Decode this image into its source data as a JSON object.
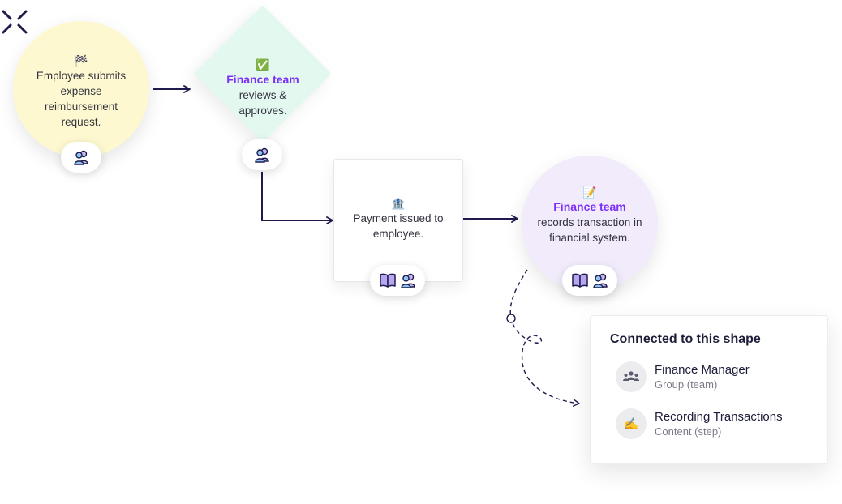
{
  "nodes": {
    "submit": {
      "emoji": "🏁",
      "text": "Employee submits expense reimbursement request."
    },
    "review": {
      "emoji": "✅",
      "highlight": "Finance team",
      "text": "reviews & approves."
    },
    "payment": {
      "emoji": "🏦",
      "text": "Payment issued to employee."
    },
    "record": {
      "emoji": "📝",
      "highlight": "Finance team",
      "text": "records transaction in financial system."
    }
  },
  "panel": {
    "title": "Connected to this shape",
    "items": [
      {
        "icon": "group-icon",
        "name": "Finance Manager",
        "type": "Group (team)"
      },
      {
        "icon": "writing-hand-icon",
        "glyph": "✍️",
        "name": "Recording Transactions",
        "type": "Content (step)"
      }
    ]
  },
  "colors": {
    "arrow": "#1f1b4d",
    "highlight": "#7b2ff7",
    "start_fill": "#fdf8cf",
    "decision_fill": "#e3f8ef",
    "end_fill": "#f1ebfb"
  }
}
